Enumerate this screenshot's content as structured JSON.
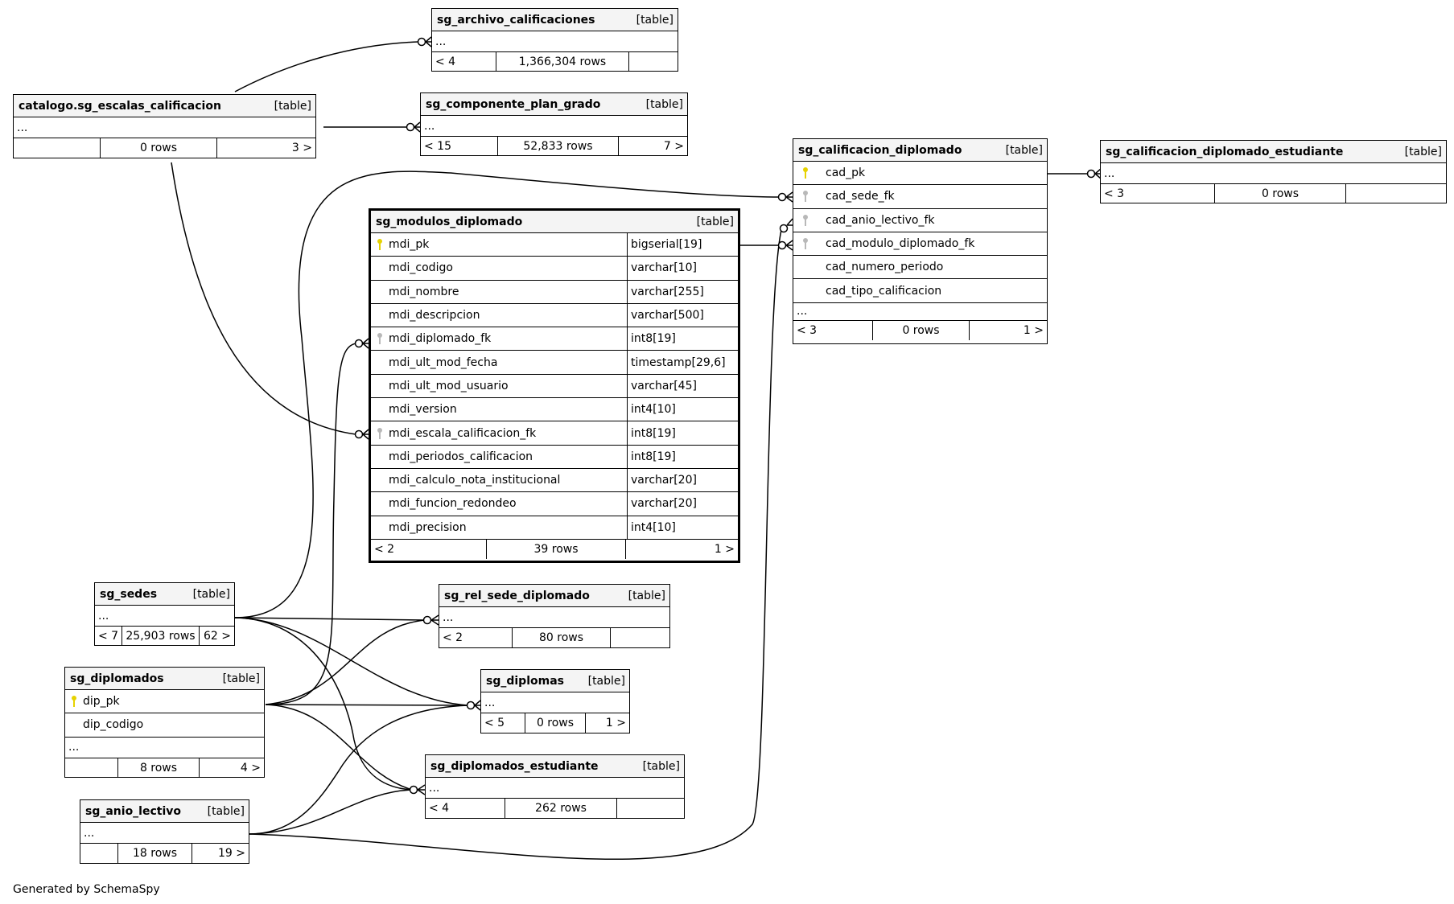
{
  "diagram": {
    "credit": "Generated by SchemaSpy",
    "kind_label": "[table]",
    "ellipsis": "...",
    "colors": {
      "pk_key": "#e6d200",
      "fk_key": "#b8b8b8",
      "header_bg": "#f4f4f4",
      "line": "#000000"
    }
  },
  "tables": {
    "archivo": {
      "name": "sg_archivo_calificaciones",
      "kind": "[table]",
      "ellipsis": "...",
      "parents": "< 4",
      "rows": "1,366,304 rows",
      "children": ""
    },
    "escalas": {
      "name": "catalogo.sg_escalas_calificacion",
      "kind": "[table]",
      "ellipsis": "...",
      "parents": "",
      "rows": "0 rows",
      "children": "3 >"
    },
    "componente": {
      "name": "sg_componente_plan_grado",
      "kind": "[table]",
      "ellipsis": "...",
      "parents": "< 15",
      "rows": "52,833 rows",
      "children": "7 >"
    },
    "calificacion": {
      "name": "sg_calificacion_diplomado",
      "kind": "[table]",
      "columns": [
        {
          "name": "cad_pk",
          "key": "pk"
        },
        {
          "name": "cad_sede_fk",
          "key": "fk"
        },
        {
          "name": "cad_anio_lectivo_fk",
          "key": "fk"
        },
        {
          "name": "cad_modulo_diplomado_fk",
          "key": "fk"
        },
        {
          "name": "cad_numero_periodo",
          "key": ""
        },
        {
          "name": "cad_tipo_calificacion",
          "key": ""
        }
      ],
      "ellipsis": "...",
      "parents": "< 3",
      "rows": "0 rows",
      "children": "1 >"
    },
    "calif_estudiante": {
      "name": "sg_calificacion_diplomado_estudiante",
      "kind": "[table]",
      "ellipsis": "...",
      "parents": "< 3",
      "rows": "0 rows",
      "children": ""
    },
    "modulos": {
      "name": "sg_modulos_diplomado",
      "kind": "[table]",
      "columns": [
        {
          "name": "mdi_pk",
          "type": "bigserial[19]",
          "key": "pk"
        },
        {
          "name": "mdi_codigo",
          "type": "varchar[10]",
          "key": ""
        },
        {
          "name": "mdi_nombre",
          "type": "varchar[255]",
          "key": ""
        },
        {
          "name": "mdi_descripcion",
          "type": "varchar[500]",
          "key": ""
        },
        {
          "name": "mdi_diplomado_fk",
          "type": "int8[19]",
          "key": "fk"
        },
        {
          "name": "mdi_ult_mod_fecha",
          "type": "timestamp[29,6]",
          "key": ""
        },
        {
          "name": "mdi_ult_mod_usuario",
          "type": "varchar[45]",
          "key": ""
        },
        {
          "name": "mdi_version",
          "type": "int4[10]",
          "key": ""
        },
        {
          "name": "mdi_escala_calificacion_fk",
          "type": "int8[19]",
          "key": "fk"
        },
        {
          "name": "mdi_periodos_calificacion",
          "type": "int8[19]",
          "key": ""
        },
        {
          "name": "mdi_calculo_nota_institucional",
          "type": "varchar[20]",
          "key": ""
        },
        {
          "name": "mdi_funcion_redondeo",
          "type": "varchar[20]",
          "key": ""
        },
        {
          "name": "mdi_precision",
          "type": "int4[10]",
          "key": ""
        }
      ],
      "parents": "< 2",
      "rows": "39 rows",
      "children": "1 >"
    },
    "sedes": {
      "name": "sg_sedes",
      "kind": "[table]",
      "ellipsis": "...",
      "parents": "< 7",
      "rows": "25,903 rows",
      "children": "62 >"
    },
    "rel_sede": {
      "name": "sg_rel_sede_diplomado",
      "kind": "[table]",
      "ellipsis": "...",
      "parents": "< 2",
      "rows": "80 rows",
      "children": ""
    },
    "diplomados": {
      "name": "sg_diplomados",
      "kind": "[table]",
      "columns": [
        {
          "name": "dip_pk",
          "key": "pk"
        },
        {
          "name": "dip_codigo",
          "key": ""
        }
      ],
      "ellipsis": "...",
      "parents": "",
      "rows": "8 rows",
      "children": "4 >"
    },
    "diplomas": {
      "name": "sg_diplomas",
      "kind": "[table]",
      "ellipsis": "...",
      "parents": "< 5",
      "rows": "0 rows",
      "children": "1 >"
    },
    "dip_estudiante": {
      "name": "sg_diplomados_estudiante",
      "kind": "[table]",
      "ellipsis": "...",
      "parents": "< 4",
      "rows": "262 rows",
      "children": ""
    },
    "anio": {
      "name": "sg_anio_lectivo",
      "kind": "[table]",
      "ellipsis": "...",
      "parents": "",
      "rows": "18 rows",
      "children": "19 >"
    }
  },
  "relationships": [
    {
      "from": "catalogo.sg_escalas_calificacion",
      "to": "sg_archivo_calificaciones"
    },
    {
      "from": "catalogo.sg_escalas_calificacion",
      "to": "sg_componente_plan_grado"
    },
    {
      "from": "catalogo.sg_escalas_calificacion",
      "to": "sg_modulos_diplomado.mdi_escala_calificacion_fk"
    },
    {
      "from": "sg_sedes",
      "to": "sg_calificacion_diplomado.cad_sede_fk"
    },
    {
      "from": "sg_sedes",
      "to": "sg_rel_sede_diplomado"
    },
    {
      "from": "sg_sedes",
      "to": "sg_diplomas"
    },
    {
      "from": "sg_sedes",
      "to": "sg_diplomados_estudiante"
    },
    {
      "from": "sg_diplomados.dip_pk",
      "to": "sg_modulos_diplomado.mdi_diplomado_fk"
    },
    {
      "from": "sg_diplomados.dip_pk",
      "to": "sg_rel_sede_diplomado"
    },
    {
      "from": "sg_diplomados.dip_pk",
      "to": "sg_diplomas"
    },
    {
      "from": "sg_diplomados.dip_pk",
      "to": "sg_diplomados_estudiante"
    },
    {
      "from": "sg_anio_lectivo",
      "to": "sg_diplomas"
    },
    {
      "from": "sg_anio_lectivo",
      "to": "sg_diplomados_estudiante"
    },
    {
      "from": "sg_anio_lectivo",
      "to": "sg_calificacion_diplomado.cad_anio_lectivo_fk"
    },
    {
      "from": "sg_modulos_diplomado.mdi_pk",
      "to": "sg_calificacion_diplomado.cad_modulo_diplomado_fk"
    },
    {
      "from": "sg_calificacion_diplomado.cad_pk",
      "to": "sg_calificacion_diplomado_estudiante"
    }
  ]
}
